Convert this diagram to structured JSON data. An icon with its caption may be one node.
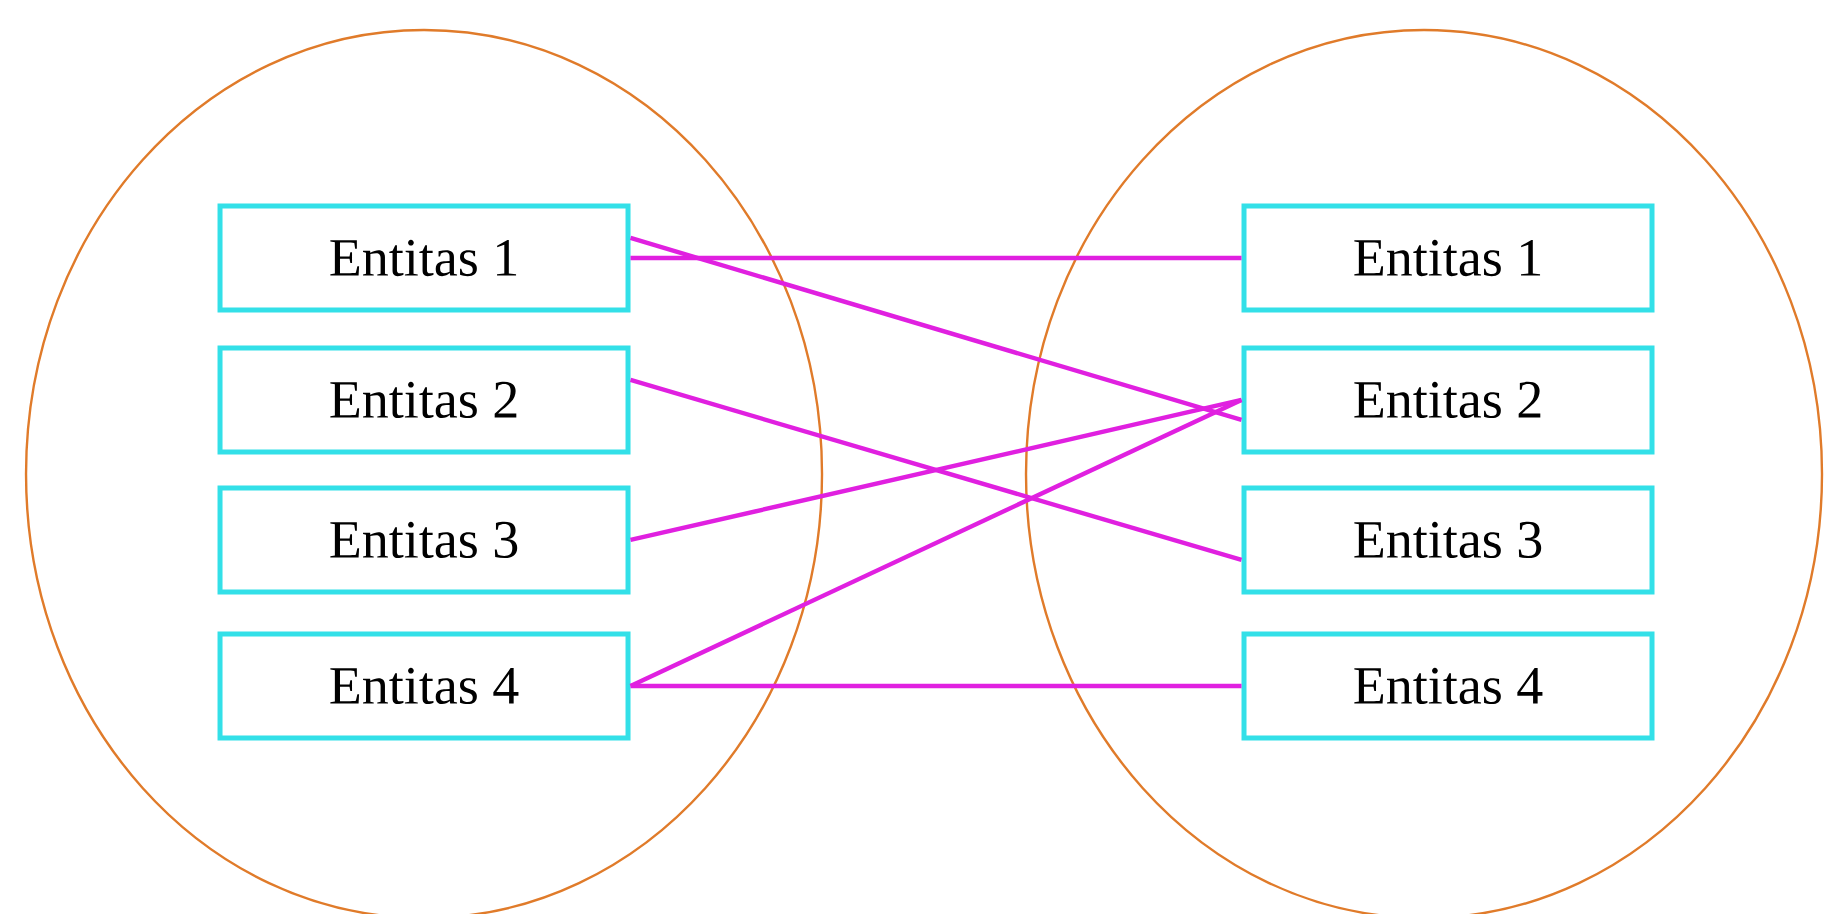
{
  "diagram": {
    "nodes": [
      {
        "text": [],
        "shape": "ellipse"
      },
      {
        "text": [
          "Entitas 1"
        ],
        "in": 0
      },
      {
        "text": [
          "Entitas 2"
        ],
        "in": 0
      },
      {
        "text": [
          "Entitas 3"
        ],
        "in": 0
      },
      {
        "text": [
          "Entitas 4"
        ],
        "in": 0
      },
      {
        "text": [],
        "shape": "ellipse"
      },
      {
        "text": [
          "Entitas 1"
        ],
        "in": 5
      },
      {
        "text": [
          "Entitas 2"
        ],
        "in": 5
      },
      {
        "text": [
          "Entitas 3"
        ],
        "in": 5
      },
      {
        "text": [
          "Entitas 4"
        ],
        "in": 5
      }
    ],
    "edges": [
      {
        "from": 1,
        "to": 6,
        "arrow": "none"
      },
      {
        "from": 1,
        "to": 7,
        "arrow": "none"
      },
      {
        "from": 2,
        "to": 8,
        "arrow": "none"
      },
      {
        "from": 3,
        "to": 7,
        "arrow": "none"
      },
      {
        "from": 4,
        "to": 7,
        "arrow": "none"
      },
      {
        "from": 4,
        "to": 9,
        "arrow": "none"
      }
    ]
  }
}
